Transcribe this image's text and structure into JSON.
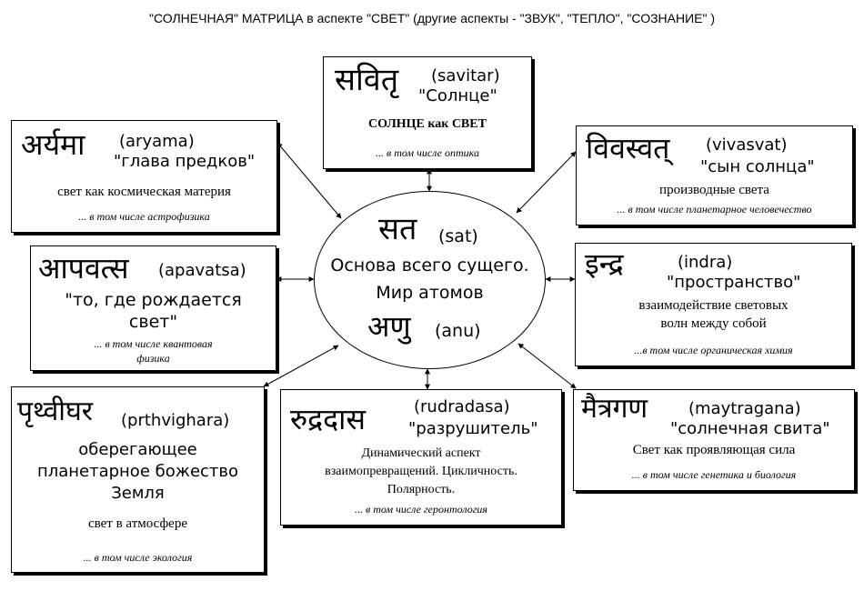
{
  "title": "\"СОЛНЕЧНАЯ\" МАТРИЦА в аспекте \"СВЕТ\" (другие аспекты - \"ЗВУК\", \"ТЕПЛО\", \"СОЗНАНИЕ\" )",
  "center": {
    "skt_top": "सत",
    "tr_top": "(sat)",
    "line1": "Основа всего сущего.",
    "line2": "Мир атомов",
    "skt_bottom": "अणु",
    "tr_bottom": "(anu)"
  },
  "boxes": {
    "savitar": {
      "skt": "सवितृ",
      "tr": "(savitar)",
      "gloss": "\"Солнце\"",
      "desc": "СОЛНЦЕ  как  СВЕТ",
      "note": "... в том числе оптика"
    },
    "aryama": {
      "skt": "अर्यमा",
      "tr": "(aryama)",
      "gloss": "\"глава предков\"",
      "desc": "свет как космическая материя",
      "note": "... в том числе астрофизика"
    },
    "vivasvat": {
      "skt": "विवस्वत्",
      "tr": "(vivasvat)",
      "gloss": "\"сын солнца\"",
      "desc": "производные света",
      "note": "... в том числе планетарное человечество"
    },
    "apavatsa": {
      "skt": "आपवत्स",
      "tr": "(apavatsa)",
      "gloss1": "\"то, где рождается",
      "gloss2": "свет\"",
      "note1": "... в том числе квантовая",
      "note2": "физика"
    },
    "indra": {
      "skt": "इन्द्र",
      "tr": "(indra)",
      "gloss": "\"пространство\"",
      "desc1": "взаимодействие световых",
      "desc2": "волн между собой",
      "note": "...в том числе органическая химия"
    },
    "prthvighara": {
      "skt": "पृथ्वीघर",
      "tr": "(prthvighara)",
      "gloss1": "оберегающее",
      "gloss2": "планетарное божество",
      "gloss3": "Земля",
      "desc": "свет в атмосфере",
      "note": "... в том числе экология"
    },
    "rudradasa": {
      "skt": "रुद्रदास",
      "tr": "(rudradasa)",
      "gloss": "\"разрушитель\"",
      "desc1": "Динамический аспект",
      "desc2": "взаимопревращений. Цикличность.",
      "desc3": "Полярность.",
      "note": "... в том числе геронтология"
    },
    "maytragana": {
      "skt": "मैत्रगण",
      "tr": "(maytragana)",
      "gloss": "\"солнечная свита\"",
      "desc": "Свет как проявляющая сила",
      "note": "... в том числе генетика и биология"
    }
  }
}
